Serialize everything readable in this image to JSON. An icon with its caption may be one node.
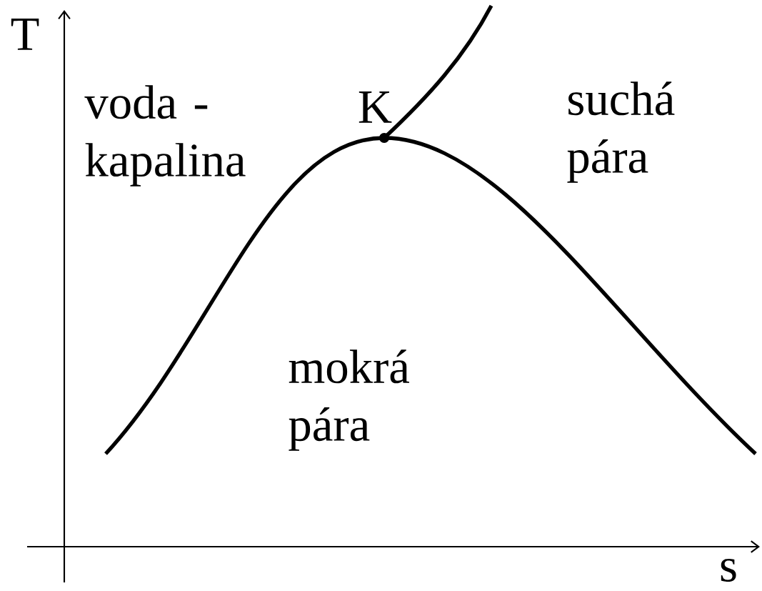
{
  "diagram": {
    "labels": [
      "T",
      "voda - kapalina",
      "K",
      "suchá pára",
      "mokrá pára",
      "s"
    ]
  }
}
